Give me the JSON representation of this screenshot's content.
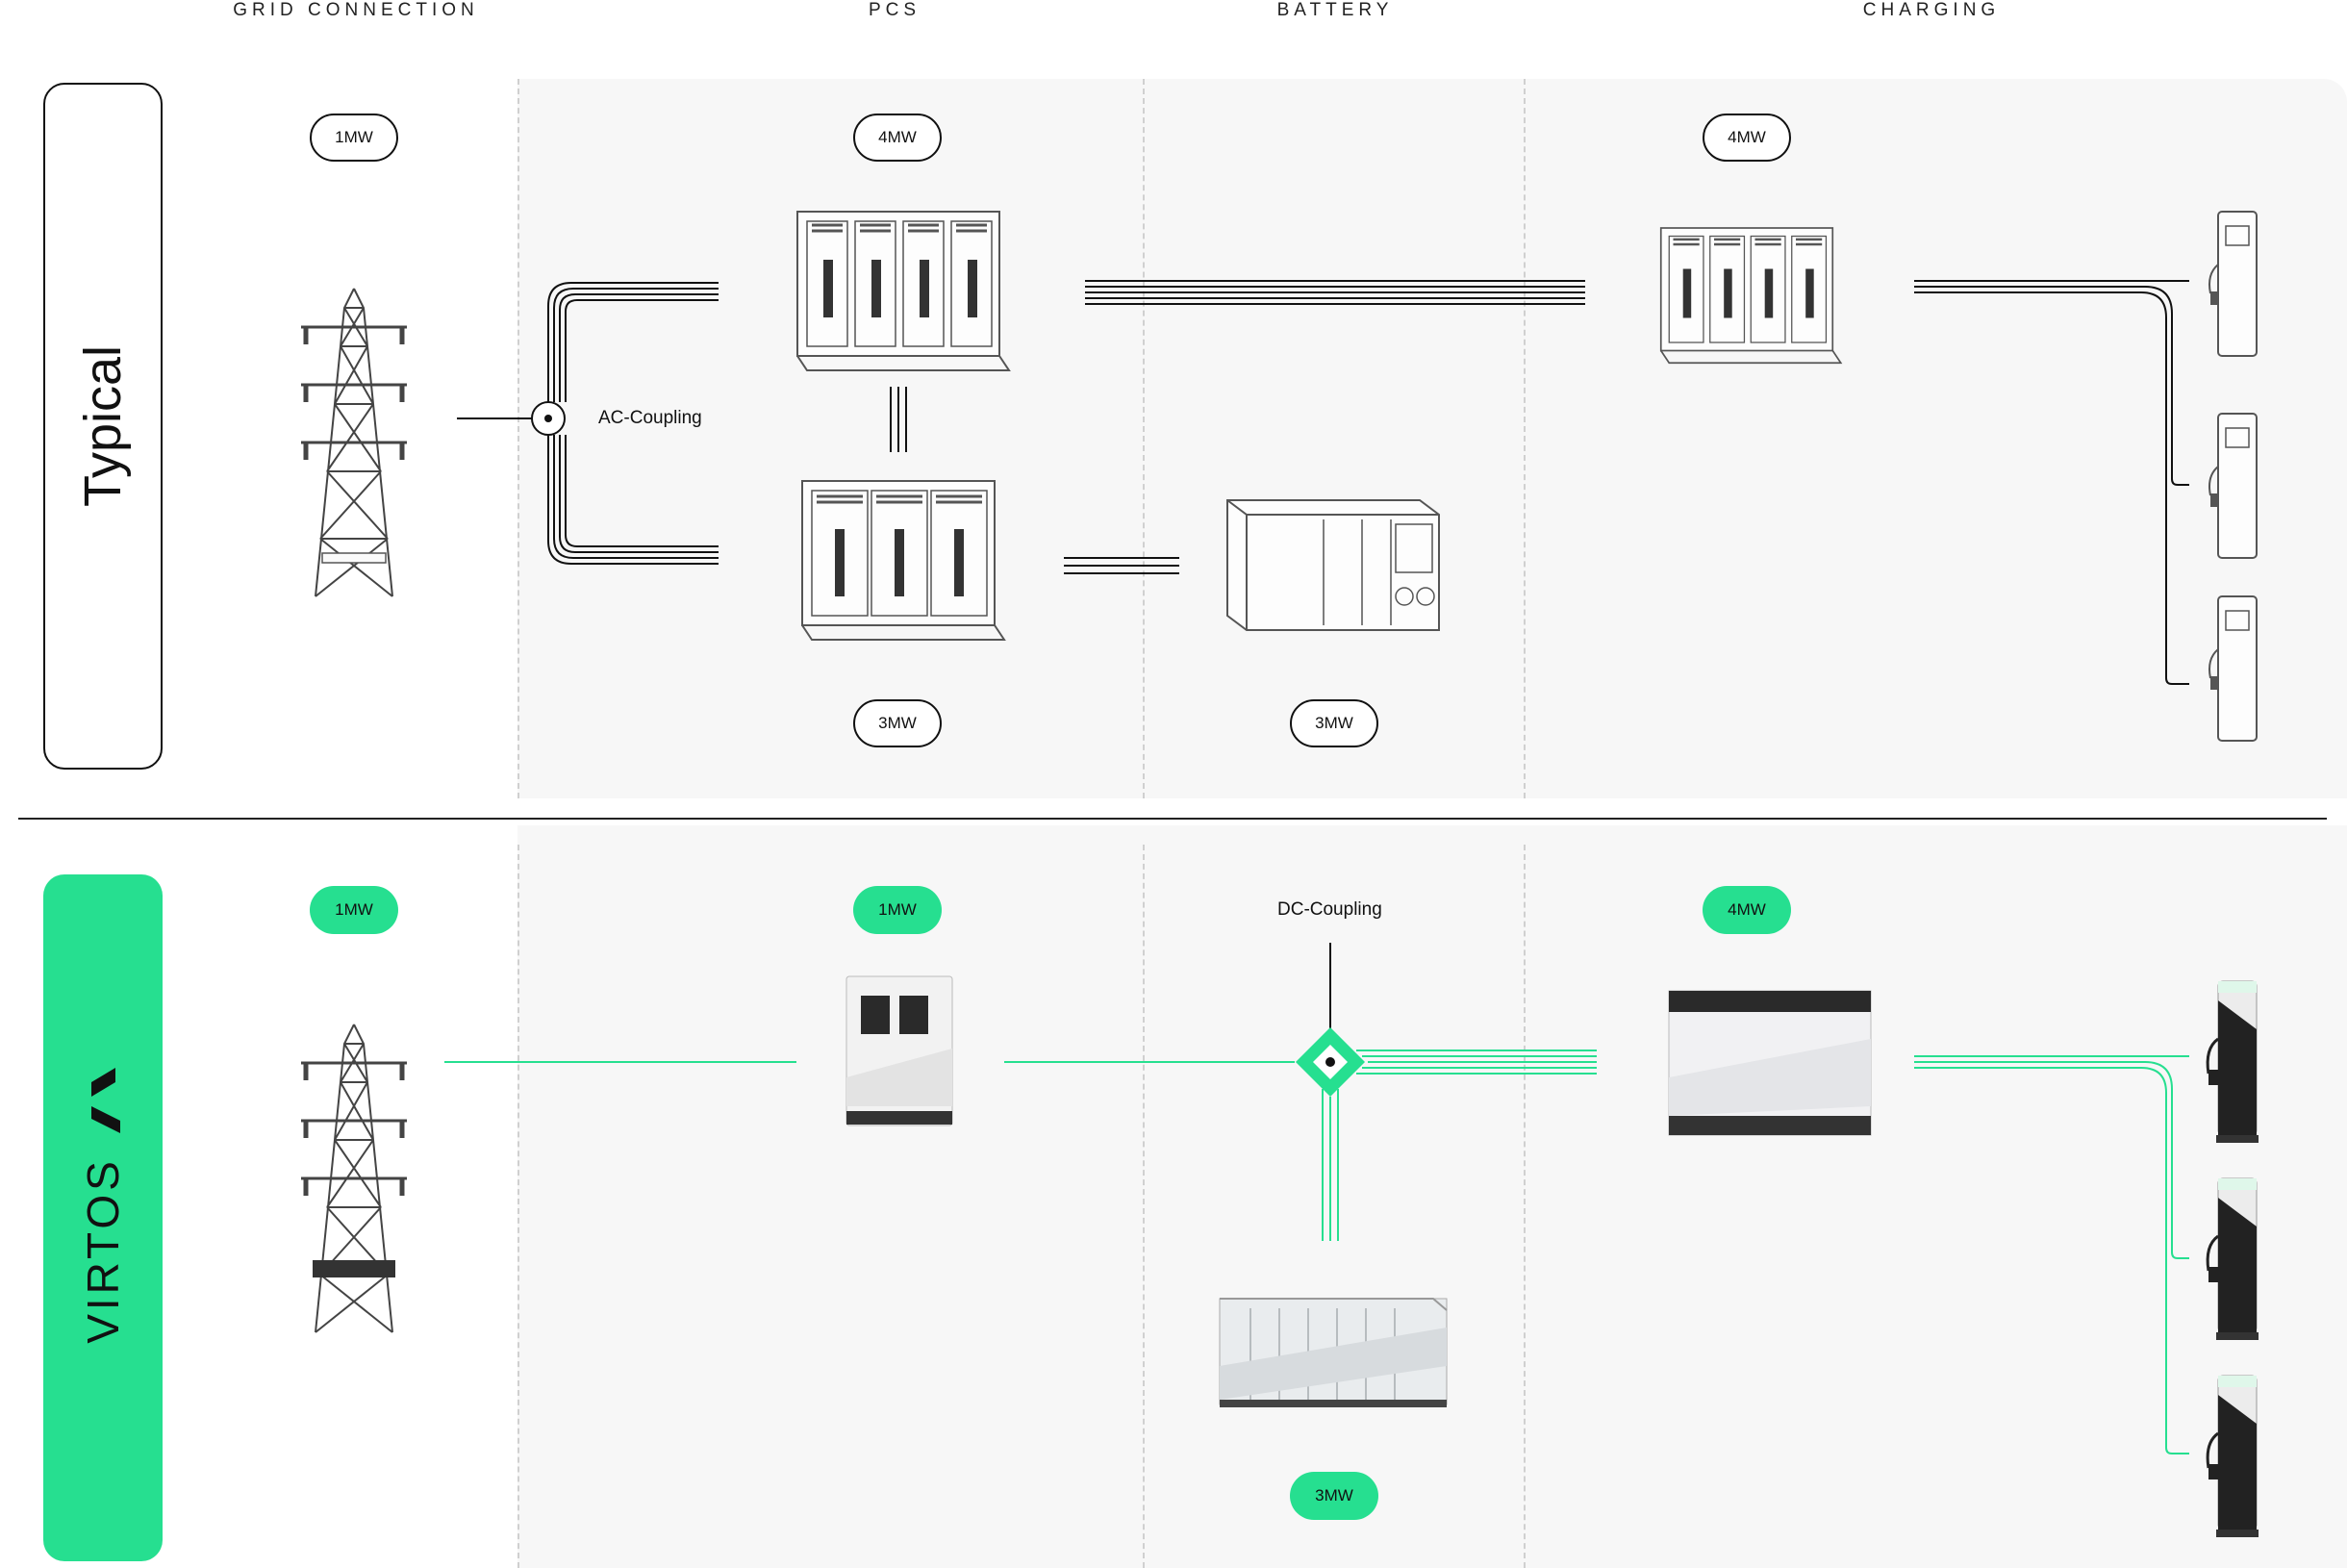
{
  "columns": {
    "grid": "GRID CONNECTION",
    "pcs": "PCS",
    "battery": "BATTERY",
    "charging": "CHARGING"
  },
  "rows": {
    "typical": {
      "label": "Typical",
      "grid_power": "1MW",
      "pcs_top_power": "4MW",
      "pcs_bottom_power": "3MW",
      "battery_power": "3MW",
      "charging_power": "4MW",
      "coupling_label": "AC-Coupling"
    },
    "virtos": {
      "label": "VIRTOS",
      "grid_power": "1MW",
      "pcs_power": "1MW",
      "battery_power": "3MW",
      "charging_power": "4MW",
      "coupling_label": "DC-Coupling"
    }
  },
  "colors": {
    "accent_green": "#26df90",
    "line_dark": "#111111",
    "panel_bg": "#f7f7f7"
  },
  "icons": [
    "transmission-tower-icon",
    "pcs-cabinet-icon",
    "battery-container-icon",
    "charger-cabinet-icon",
    "ev-charger-icon",
    "ac-coupling-node-icon",
    "dc-coupling-node-icon"
  ]
}
